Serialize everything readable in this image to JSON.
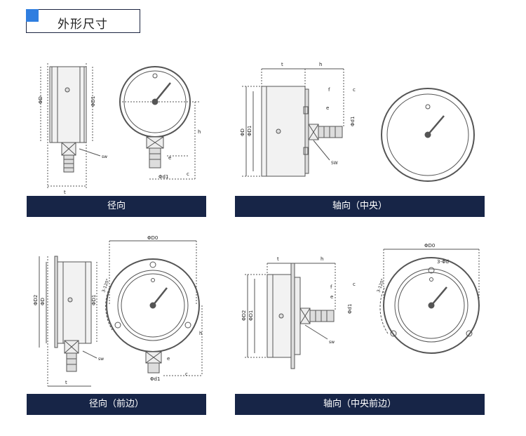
{
  "header": {
    "title": "外形尺寸",
    "accent_color": "#2f7ee0"
  },
  "bar_color": "#172547",
  "panels": [
    {
      "caption": "径向"
    },
    {
      "caption": "轴向（中央）"
    },
    {
      "caption": "径向（前边）"
    },
    {
      "caption": "轴向（中央前边）"
    }
  ],
  "labels": {
    "D": "ΦD",
    "D1": "ΦD1",
    "D2": "ΦD2",
    "D0": "ΦD0",
    "d": "3-Φd",
    "d1": "Φd1",
    "t": "t",
    "h": "h",
    "f": "f",
    "e": "e",
    "c": "c",
    "sw": "SW",
    "sw_lower": "sw",
    "angle": "3-120°"
  }
}
